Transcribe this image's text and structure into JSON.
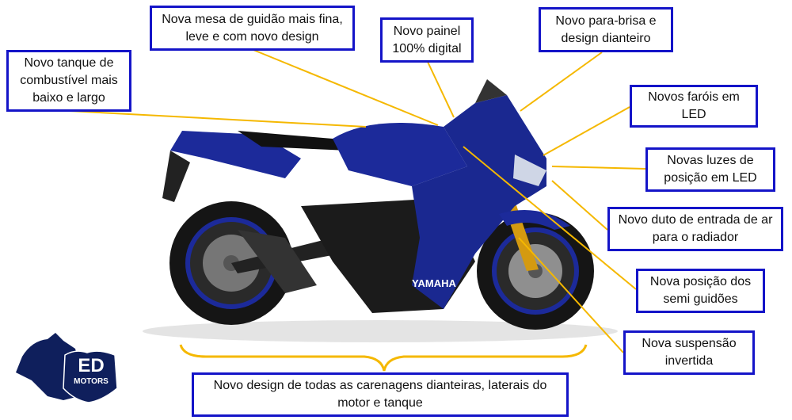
{
  "callouts": {
    "tank": "Novo tanque de combustível mais baixo e largo",
    "handlebar_clamp": "Nova mesa de guidão mais fina, leve e com novo design",
    "panel": "Novo painel 100% digital",
    "windshield": "Novo para-brisa e design dianteiro",
    "headlights": "Novos faróis em LED",
    "position_lights": "Novas luzes de posição em LED",
    "air_duct": "Novo duto de entrada de ar para o radiador",
    "semi_handlebars": "Nova posição dos semi guidões",
    "suspension": "Nova suspensão invertida",
    "fairings": "Novo design de todas as carenagens dianteiras, laterais do motor e tanque"
  },
  "bike_brand": "YAMAHA",
  "logo": {
    "line1": "ED",
    "line2": "MOTORS"
  },
  "colors": {
    "box_border": "#1414c8",
    "leader": "#f5b800",
    "bike_blue": "#1c2a9a",
    "logo": "#0f1f5c"
  }
}
